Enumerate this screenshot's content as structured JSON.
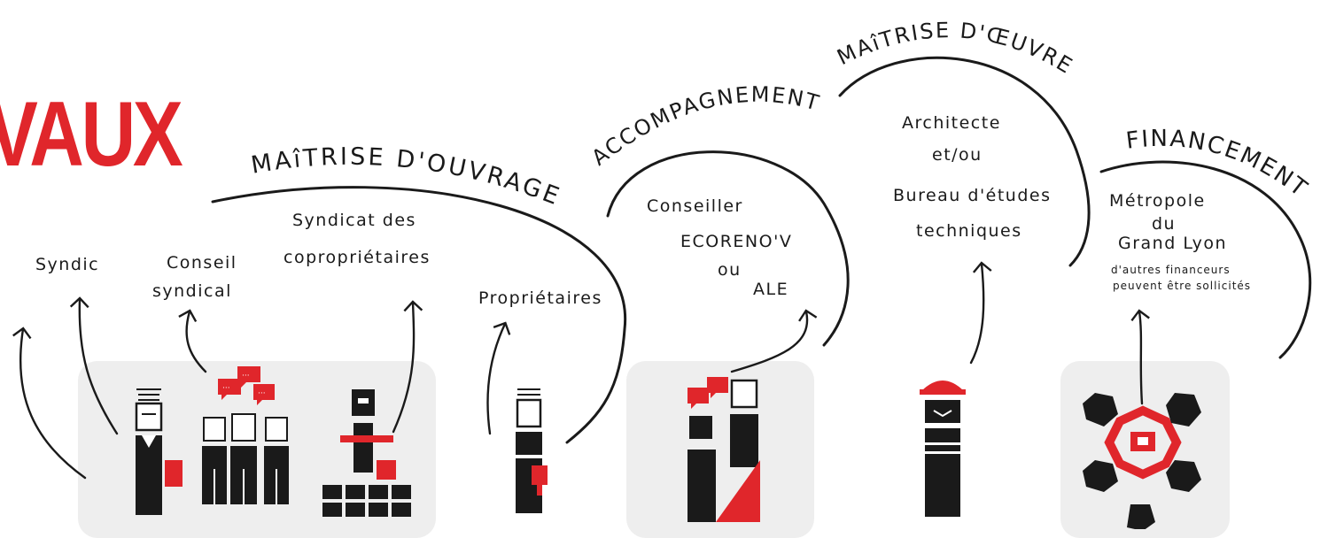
{
  "page_title": "VAUX",
  "colors": {
    "accent": "#e0262b",
    "ink": "#1a1a1a",
    "panel": "#eeeeee"
  },
  "sections": {
    "maitrise_ouvrage": "MAîTRISE D'OUVRAGE",
    "accompagnement": "ACCOMPAGNEMENT",
    "maitrise_oeuvre": "MAîTRISE D'ŒUVRE",
    "financement": "FINANCEMENT"
  },
  "actors": {
    "syndic": "Syndic",
    "conseil": [
      "Conseil",
      "syndical"
    ],
    "syndicat": [
      "Syndicat des",
      "copropriétaires"
    ],
    "proprietaires": "Propriétaires",
    "conseiller": [
      "Conseiller",
      "ECORENO'V",
      "ou",
      "ALE"
    ],
    "architecte": [
      "Architecte",
      "et/ou",
      "Bureau d'études",
      "techniques"
    ],
    "metropole": [
      "Métropole",
      "du",
      "Grand Lyon"
    ],
    "autres": [
      "d'autres financeurs",
      "peuvent être sollicités"
    ]
  },
  "icons": [
    "syndic-person-icon",
    "conseil-syndical-group-icon",
    "syndicat-building-icon",
    "proprietaire-key-icon",
    "conseiller-dialogue-icon",
    "architecte-helmet-icon",
    "metropole-network-icon"
  ]
}
